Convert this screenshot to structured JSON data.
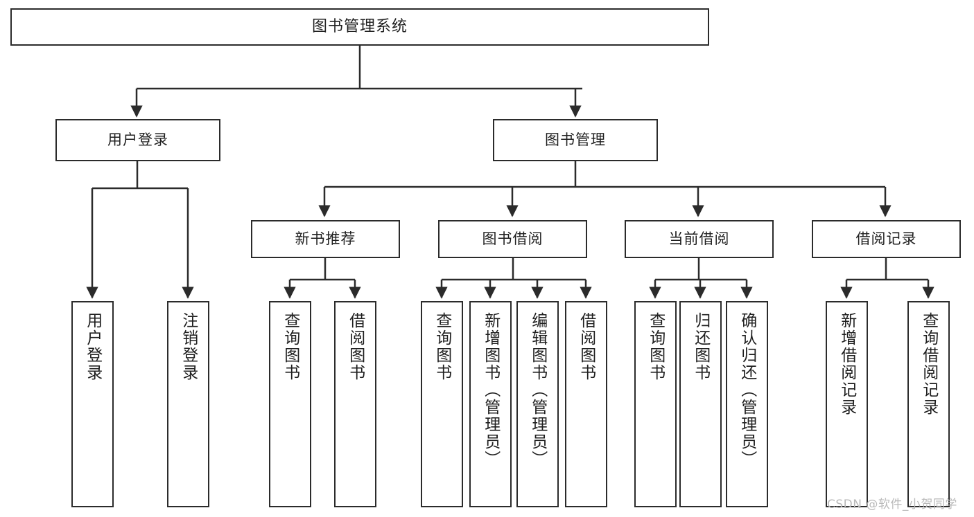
{
  "diagram": {
    "title": "图书管理系统",
    "type": "hierarchy-tree",
    "watermark": "CSDN @软件_小贺同学",
    "colors": {
      "box_border": "#2b2b2b",
      "box_fill": "#ffffff",
      "edge": "#2b2b2b",
      "text": "#1f1f1f",
      "watermark": "#b9b9b9",
      "background": "#ffffff"
    }
  },
  "nodes": {
    "root": {
      "label": "图书管理系统",
      "level": 0
    },
    "level1": [
      {
        "id": "user-login",
        "label": "用户登录"
      },
      {
        "id": "book-manage",
        "label": "图书管理"
      }
    ],
    "level2": [
      {
        "id": "new-book-recommend",
        "label": "新书推荐",
        "parent": "book-manage"
      },
      {
        "id": "book-borrow",
        "label": "图书借阅",
        "parent": "book-manage"
      },
      {
        "id": "current-borrow",
        "label": "当前借阅",
        "parent": "book-manage"
      },
      {
        "id": "borrow-record",
        "label": "借阅记录",
        "parent": "book-manage"
      }
    ],
    "leaves": [
      {
        "id": "leaf-user-login",
        "label": "用户登录",
        "parent": "user-login"
      },
      {
        "id": "leaf-logout",
        "label": "注销登录",
        "parent": "user-login"
      },
      {
        "id": "leaf-query-book-1",
        "label": "查询图书",
        "parent": "new-book-recommend"
      },
      {
        "id": "leaf-borrow-book-1",
        "label": "借阅图书",
        "parent": "new-book-recommend"
      },
      {
        "id": "leaf-query-book-2",
        "label": "查询图书",
        "parent": "book-borrow"
      },
      {
        "id": "leaf-add-book",
        "label": "新增图书（管理员）",
        "parent": "book-borrow"
      },
      {
        "id": "leaf-edit-book",
        "label": "编辑图书（管理员）",
        "parent": "book-borrow"
      },
      {
        "id": "leaf-borrow-book-2",
        "label": "借阅图书",
        "parent": "book-borrow"
      },
      {
        "id": "leaf-query-book-3",
        "label": "查询图书",
        "parent": "current-borrow"
      },
      {
        "id": "leaf-return-book",
        "label": "归还图书",
        "parent": "current-borrow"
      },
      {
        "id": "leaf-confirm-return",
        "label": "确认归还（管理员）",
        "parent": "current-borrow"
      },
      {
        "id": "leaf-add-record",
        "label": "新增借阅记录",
        "parent": "borrow-record"
      },
      {
        "id": "leaf-query-record",
        "label": "查询借阅记录",
        "parent": "borrow-record"
      }
    ]
  }
}
